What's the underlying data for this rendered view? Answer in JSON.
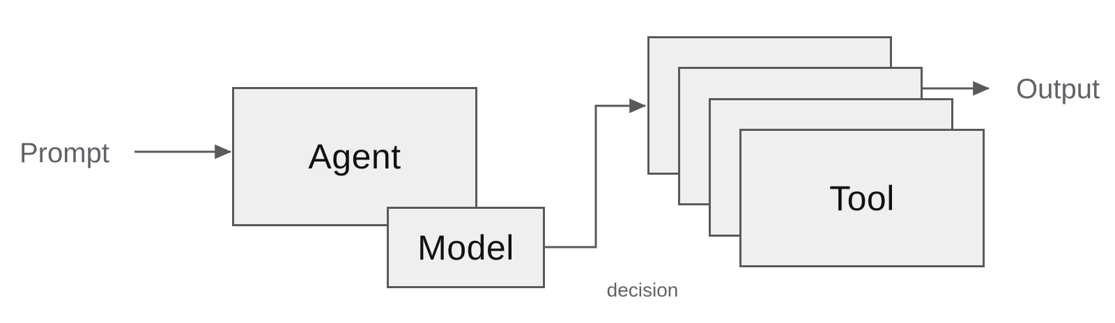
{
  "labels": {
    "prompt": "Prompt",
    "decision": "decision",
    "output": "Output"
  },
  "nodes": {
    "agent": "Agent",
    "model": "Model",
    "tool": "Tool"
  },
  "tool_stack": {
    "count": 4
  },
  "colors": {
    "background": "#ffffff",
    "box_fill": "#efefef",
    "box_border": "#595959",
    "connector": "#595959",
    "node_text": "#111111",
    "muted_text": "#5f6368"
  }
}
